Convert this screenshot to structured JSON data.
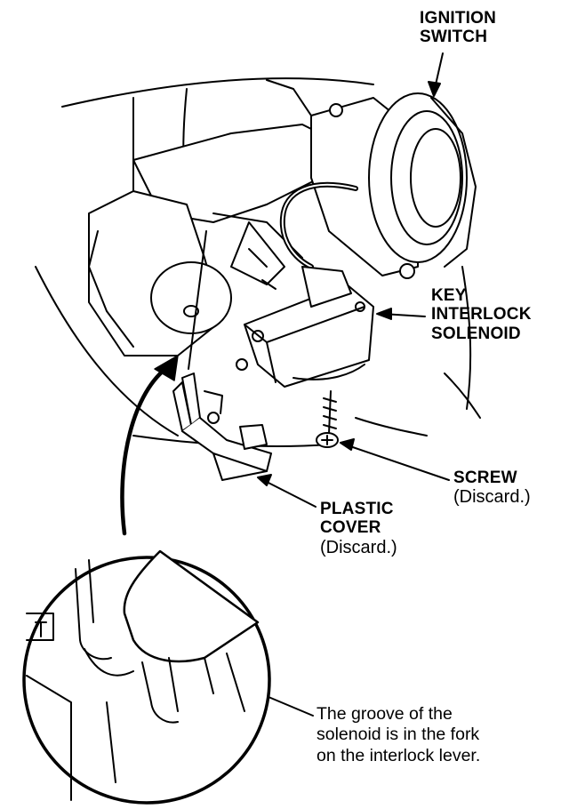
{
  "labels": {
    "ignition_switch": [
      "IGNITION",
      "SWITCH"
    ],
    "key_interlock_solenoid": [
      "KEY",
      "INTERLOCK",
      "SOLENOID"
    ],
    "screw": {
      "name": "SCREW",
      "note": "(Discard.)"
    },
    "plastic_cover": {
      "name": [
        "PLASTIC",
        "COVER"
      ],
      "note": "(Discard.)"
    },
    "groove_note": [
      "The groove of the",
      "solenoid is in the fork",
      "on the interlock lever."
    ]
  }
}
